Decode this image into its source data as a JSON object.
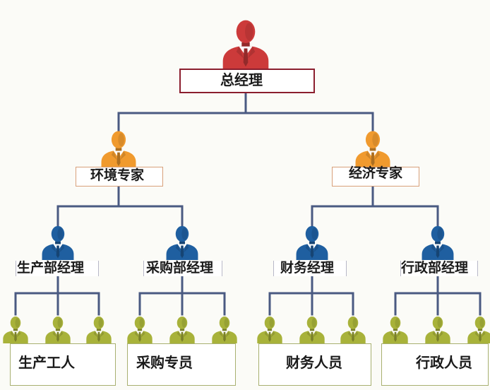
{
  "colors": {
    "background": "#fbfbf7",
    "connector": "#4a5a82",
    "ceo": "#cc3a3a",
    "expert": "#f09a2e",
    "manager": "#1f5fa0",
    "staff": "#a8b23a"
  },
  "chart": {
    "ceo": {
      "label": "总经理",
      "icon": "person-icon-red"
    },
    "experts": [
      {
        "label": "环境专家",
        "icon": "person-icon-orange"
      },
      {
        "label": "经济专家",
        "icon": "person-icon-orange"
      }
    ],
    "managers": [
      {
        "label": "生产部经理",
        "icon": "person-icon-blue"
      },
      {
        "label": "采购部经理",
        "icon": "person-icon-blue"
      },
      {
        "label": "财务经理",
        "icon": "person-icon-blue"
      },
      {
        "label": "行政部经理",
        "icon": "person-icon-blue"
      }
    ],
    "staff": [
      {
        "label": "生产工人",
        "icon": "person-icon-green"
      },
      {
        "label": "采购专员",
        "icon": "person-icon-green"
      },
      {
        "label": "财务人员",
        "icon": "person-icon-green"
      },
      {
        "label": "行政人员",
        "icon": "person-icon-green"
      }
    ]
  }
}
